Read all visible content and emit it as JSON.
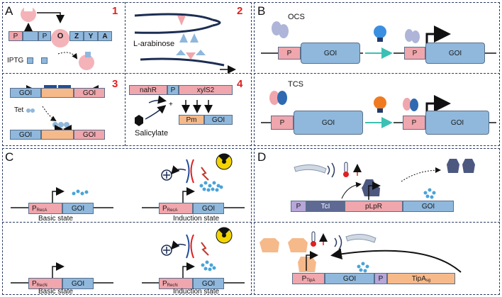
{
  "panels": {
    "a": {
      "label": "A",
      "n1": "1",
      "n2": "2",
      "n3": "3",
      "n4": "4",
      "op_p1": "P",
      "op_p2": "P",
      "op_o": "O",
      "op_z": "Z",
      "op_y": "Y",
      "op_a": "A",
      "iptg": "IPTG",
      "arabinose": "L-arabinose",
      "gois": [
        "GOI",
        "GOI",
        "GOI",
        "GOI"
      ],
      "tet": "Tet",
      "nahr": "nahR",
      "p4": "P",
      "xyls2": "xylS2",
      "pm": "Pm",
      "goi4": "GOI",
      "salicylate": "Salicylate"
    },
    "b": {
      "label": "B",
      "ocs": "OCS",
      "tcs": "TCS",
      "p": "P",
      "goi": "GOI"
    },
    "c": {
      "label": "C",
      "prec_a": "P",
      "prec_a_sub": "RecA",
      "prec_n": "P",
      "prec_n_sub": "RecN",
      "goi": "GOI",
      "basic": "Basic state",
      "induction": "Induction state"
    },
    "d": {
      "label": "D",
      "p": "P",
      "tci": "TcI",
      "plpr": "pLpR",
      "goi": "GOI",
      "ptipa": "P",
      "ptipa_sub": "TipA",
      "tipa": "TipA",
      "tipa_sub": "sg"
    }
  },
  "colors": {
    "promoter": "#f0a6ad",
    "goi": "#8fb8dc",
    "operator": "#f6b98a",
    "frame": "#2b3a63",
    "number": "#e02020"
  }
}
